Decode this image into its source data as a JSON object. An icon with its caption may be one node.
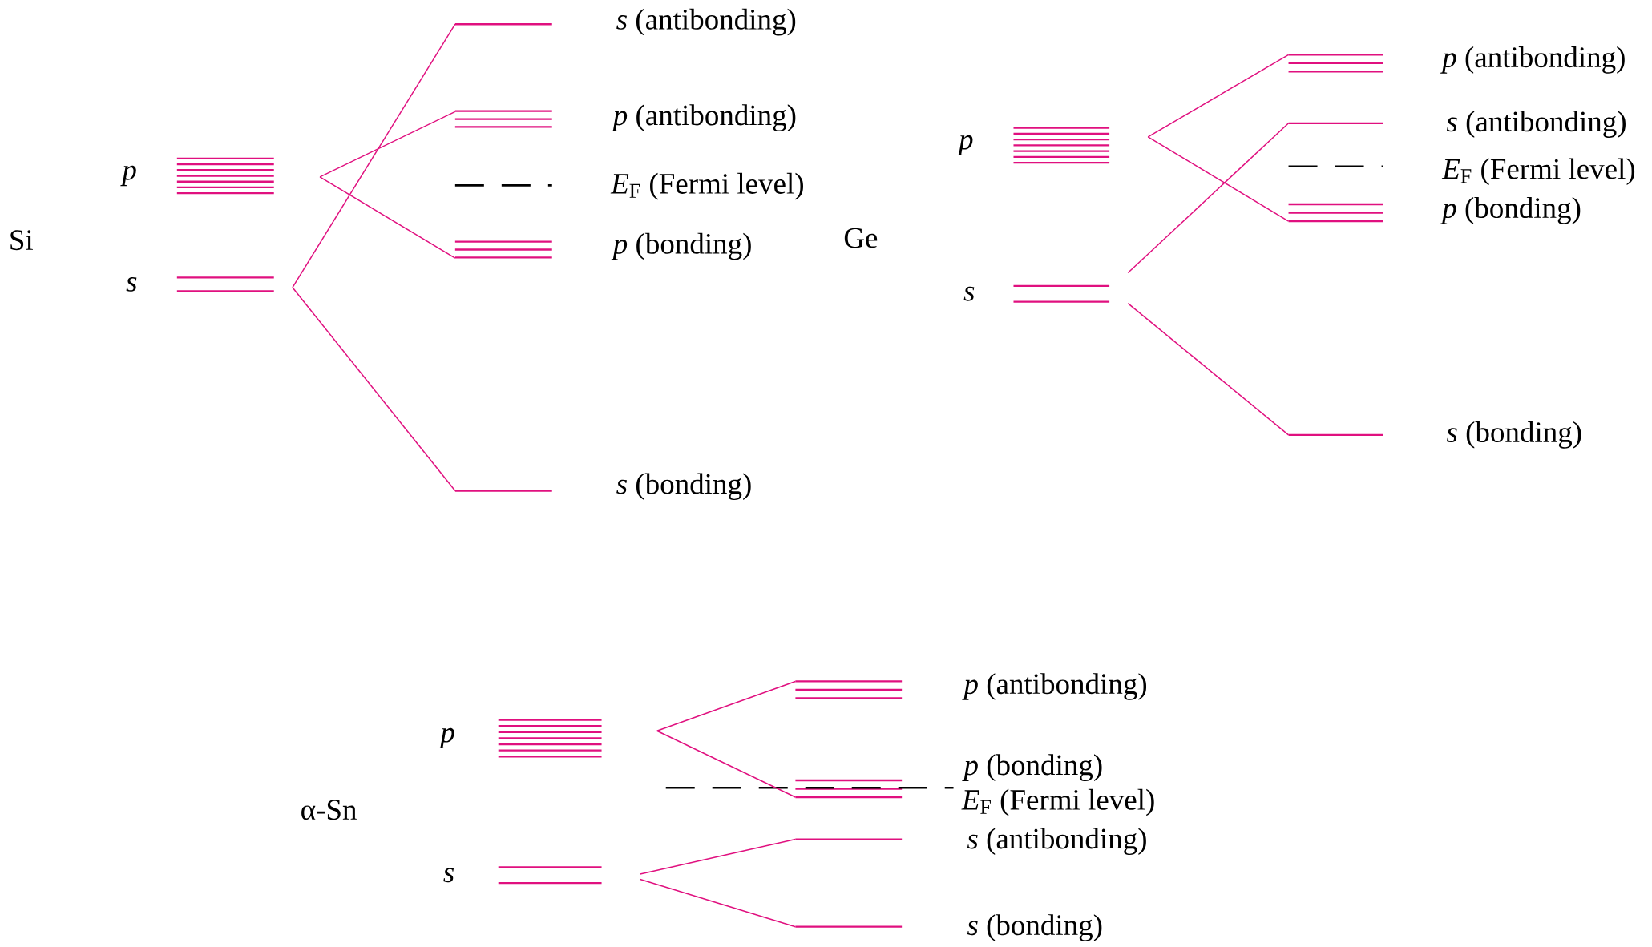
{
  "diagram": {
    "nodes": [
      {
        "text": [
          "p"
        ]
      },
      {
        "text": [
          "s"
        ]
      },
      {
        "text": [
          "*s* (antibonding)"
        ]
      },
      {
        "text": [
          "*p* (antibonding)"
        ]
      },
      {
        "text": [
          "*E*$_{F}$ (Fermi level)"
        ]
      },
      {
        "text": [
          "*p* (bonding)"
        ]
      },
      {
        "text": [
          "*s* (bonding)"
        ]
      },
      {
        "text": [
          "p"
        ]
      },
      {
        "text": [
          "s"
        ]
      },
      {
        "text": [
          "*p* (antibonding)"
        ]
      },
      {
        "text": [
          "*s* (antibonding)"
        ]
      },
      {
        "text": [
          "*E*$_{F}$ (Fermi level)"
        ]
      },
      {
        "text": [
          "*p* (bonding)"
        ]
      },
      {
        "text": [
          "*s* (bonding)"
        ]
      },
      {
        "text": [
          "p"
        ]
      },
      {
        "text": [
          "s"
        ]
      },
      {
        "text": [
          "*p* (antibonding)"
        ]
      },
      {
        "text": [
          "*p* (bonding)"
        ]
      },
      {
        "text": [
          "*E*$_{F}$ (Fermi level)"
        ]
      },
      {
        "text": [
          "*s* (antibonding)"
        ]
      },
      {
        "text": [
          "*s* (bonding)"
        ]
      }
    ],
    "edges": [
      {
        "from": 0,
        "to": 3,
        "arrow": "none"
      },
      {
        "from": 0,
        "to": 5,
        "arrow": "none"
      },
      {
        "from": 1,
        "to": 2,
        "arrow": "none"
      },
      {
        "from": 1,
        "to": 6,
        "arrow": "none"
      },
      {
        "from": 7,
        "to": 9,
        "arrow": "none"
      },
      {
        "from": 7,
        "to": 12,
        "arrow": "none"
      },
      {
        "from": 8,
        "to": 10,
        "arrow": "none"
      },
      {
        "from": 8,
        "to": 13,
        "arrow": "none"
      },
      {
        "from": 14,
        "to": 16,
        "arrow": "none"
      },
      {
        "from": 14,
        "to": 17,
        "arrow": "none"
      },
      {
        "from": 15,
        "to": 19,
        "arrow": "none"
      },
      {
        "from": 15,
        "to": 20,
        "arrow": "none"
      }
    ],
    "labels": [
      "Si",
      "Ge",
      "α-Sn"
    ]
  }
}
